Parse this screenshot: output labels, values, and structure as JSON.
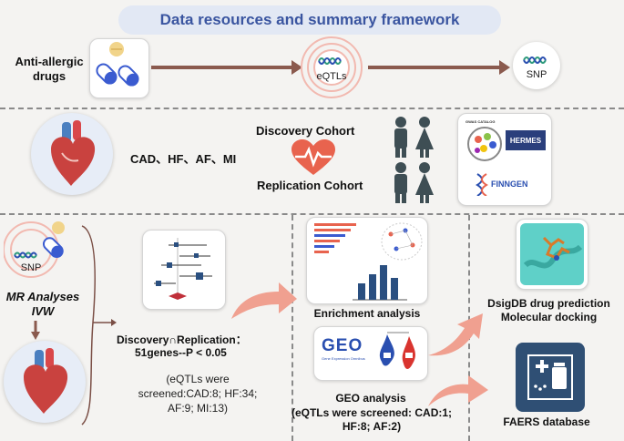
{
  "title": "Data resources and summary framework",
  "row1": {
    "drug_label": "Anti-allergic drugs",
    "eqtl_label": "eQTLs",
    "snp_label": "SNP"
  },
  "row2": {
    "diseases": "CAD、HF、AF、MI",
    "discovery": "Discovery Cohort",
    "replication": "Replication Cohort",
    "logo_gwas": "GWAS CATALOG",
    "logo_hermes": "HERMES",
    "logo_finngen": "FINNGEN"
  },
  "row3": {
    "snp_label": "SNP",
    "mr_title": "MR Analyses",
    "mr_method": "IVW",
    "overlap_line1": "Discovery∩Replication：",
    "overlap_line2": "51genes--P < 0.05",
    "eqtl_note": "(eQTLs were screened:CAD:8; HF:34; AF:9; MI:13)",
    "enrichment": "Enrichment analysis",
    "geo_logo": "GEO",
    "geo_logo_sub": "Gene Expression Omnibus",
    "geo_title": "GEO analysis",
    "geo_note": "(eQTLs were screened: CAD:1; HF:8; AF:2)",
    "dsig_line1": "DsigDB drug prediction",
    "dsig_line2": "Molecular docking",
    "faers": "FAERS database"
  },
  "colors": {
    "title_text": "#3a55a0",
    "arrow_brown": "#8a5a4e",
    "salmon_arrow": "#f0a090",
    "dna_green": "#2e9b7c",
    "dna_blue": "#2a4fb0",
    "capsule_blue": "#3a5bd0",
    "silhouette": "#3e4e54",
    "heart_icon": "#e8634e",
    "faers_blue": "#2f4f74"
  }
}
